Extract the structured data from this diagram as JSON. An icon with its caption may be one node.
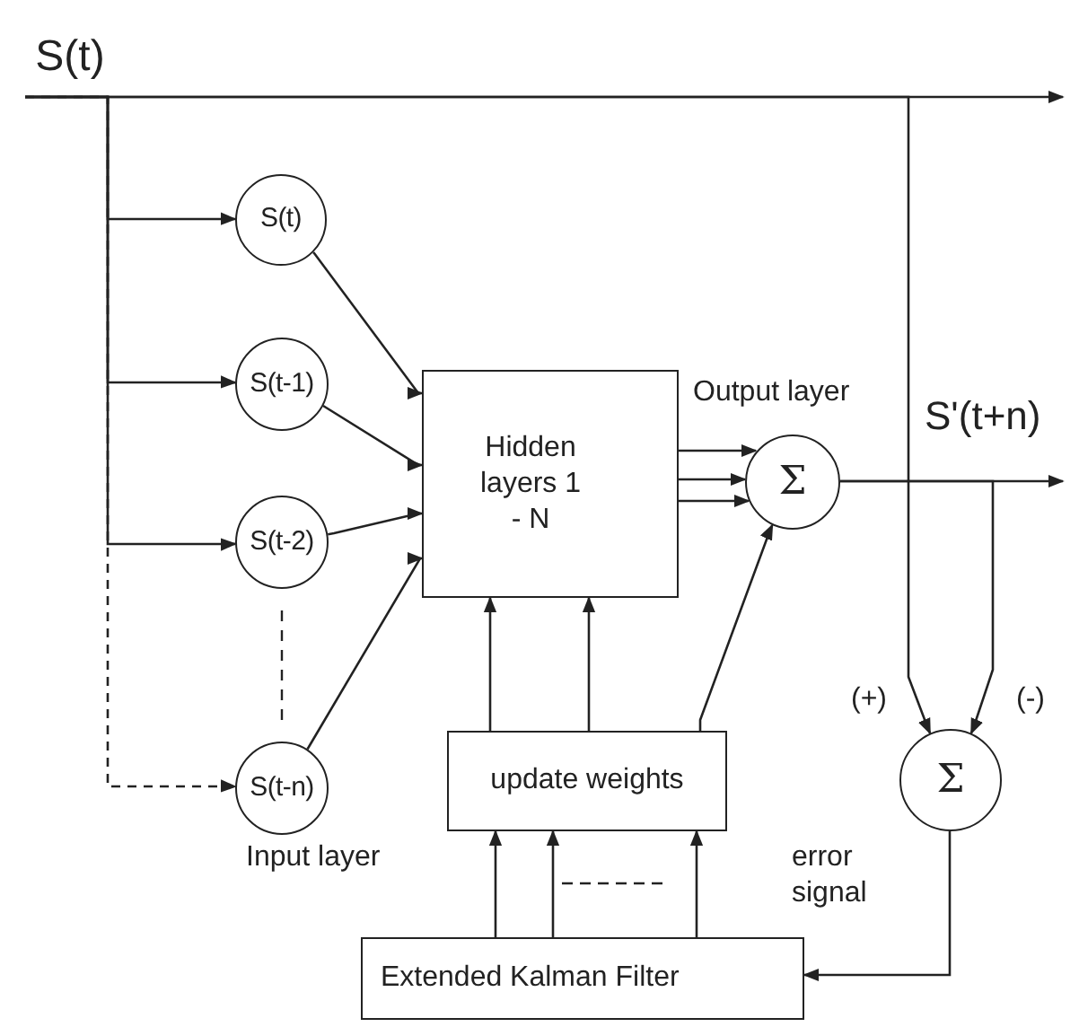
{
  "diagram": {
    "nodes": [
      {
        "text": [
          "S(t)"
        ]
      },
      {
        "text": [
          "S(t)"
        ]
      },
      {
        "text": [
          "S(t-1)"
        ]
      },
      {
        "text": [
          "S(t-2)"
        ]
      },
      {
        "text": [
          "S(t-n)"
        ]
      },
      {
        "text": [
          "Hidden layers 1 - N"
        ]
      },
      {
        "text": [
          "Σ"
        ]
      },
      {
        "text": [
          "update weights"
        ]
      },
      {
        "text": [
          "Σ"
        ],
        "beside": [
          "error signal"
        ]
      },
      {
        "text": [
          "Extended Kalman Filter"
        ]
      }
    ],
    "edges": [
      {
        "from": 0,
        "to": null,
        "arrow": "to"
      },
      {
        "from": 0,
        "to": 1,
        "arrow": "to"
      },
      {
        "from": 0,
        "to": 2,
        "arrow": "to"
      },
      {
        "from": 0,
        "to": 3,
        "arrow": "to"
      },
      {
        "from": 0,
        "to": 4,
        "arrow": "to",
        "style": "dashed"
      },
      {
        "from": 1,
        "to": 5,
        "arrow": "to"
      },
      {
        "from": 2,
        "to": 5,
        "arrow": "to"
      },
      {
        "from": 3,
        "to": 5,
        "arrow": "to"
      },
      {
        "from": 4,
        "to": 5,
        "arrow": "to"
      },
      {
        "from": 5,
        "to": 6,
        "arrow": "to"
      },
      {
        "from": 5,
        "to": 6,
        "arrow": "to"
      },
      {
        "from": 5,
        "to": 6,
        "arrow": "to"
      },
      {
        "from": 7,
        "to": 5,
        "arrow": "to"
      },
      {
        "from": 7,
        "to": 5,
        "arrow": "to"
      },
      {
        "from": 7,
        "to": 6,
        "arrow": "to"
      },
      {
        "from": 9,
        "to": 7,
        "arrow": "to"
      },
      {
        "from": 9,
        "to": 7,
        "arrow": "to"
      },
      {
        "from": 9,
        "to": 7,
        "arrow": "to"
      },
      {
        "from": 0,
        "to": 8,
        "arrow": "to",
        "label": "(+)"
      },
      {
        "from": 6,
        "to": null,
        "arrow": "to",
        "label": "S'(t+n)"
      },
      {
        "from": 6,
        "to": 8,
        "arrow": "to",
        "label": "(-)"
      },
      {
        "from": 8,
        "to": 9,
        "arrow": "to"
      }
    ],
    "labels": [
      "Output layer",
      "Input layer"
    ]
  }
}
